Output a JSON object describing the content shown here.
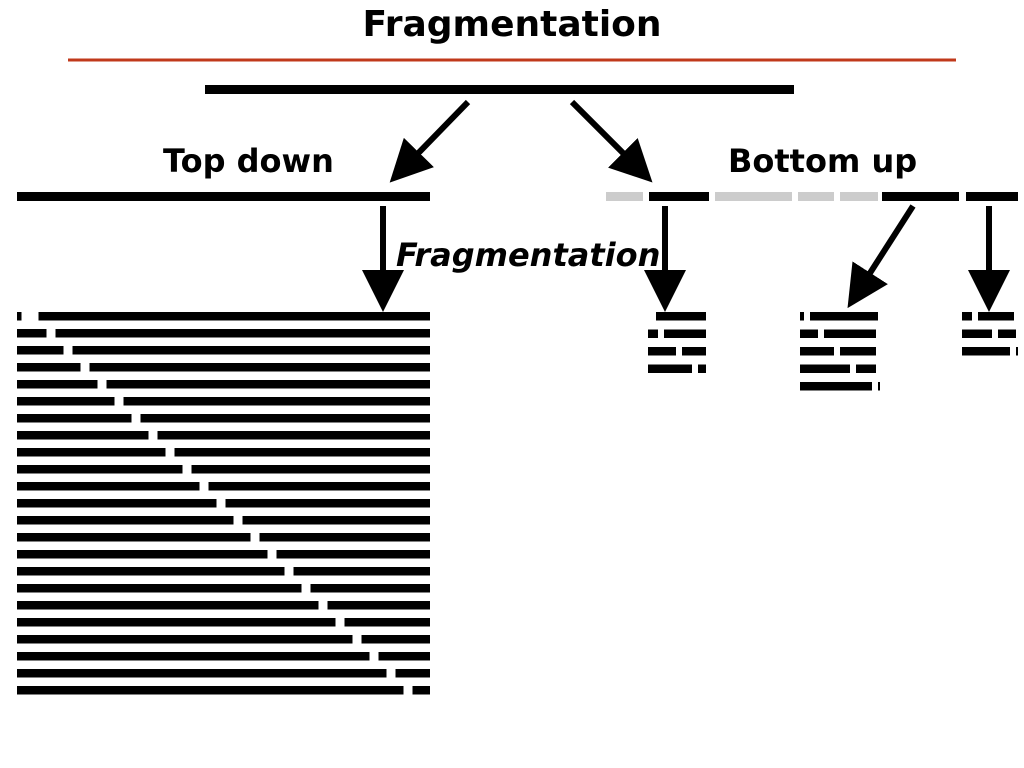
{
  "title": "Fragmentation",
  "labels": {
    "top_down": "Top down",
    "bottom_up": "Bottom up",
    "fragmentation": "Fragmentation"
  },
  "colors": {
    "rule": "#c0391b",
    "bar": "#000000",
    "gap": "#cccccc"
  }
}
